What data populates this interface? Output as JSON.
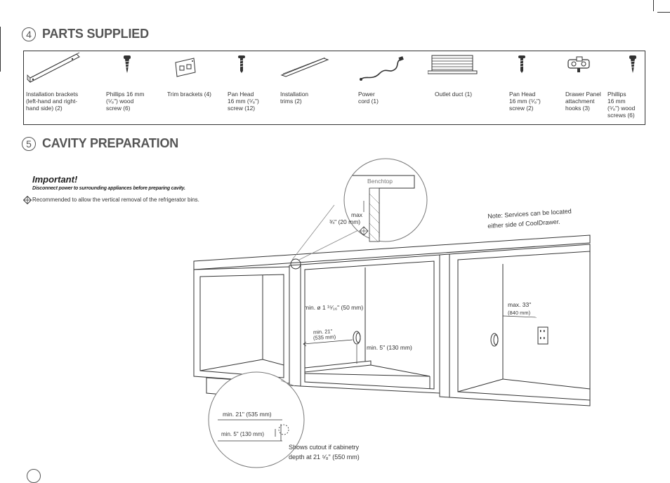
{
  "sections": {
    "parts": {
      "number": "4",
      "title": "PARTS SUPPLIED"
    },
    "cavity": {
      "number": "5",
      "title": "CAVITY PREPARATION"
    }
  },
  "parts": [
    {
      "icon": "installation-bracket-icon",
      "label": "Installation brackets\n(left-hand and right-\nhand side) (2)"
    },
    {
      "icon": "wood-screw-icon",
      "label": "Phillips 16 mm\n(⁵⁄₈\") wood\nscrew (6)"
    },
    {
      "icon": "trim-bracket-icon",
      "label": "Trim brackets (4)"
    },
    {
      "icon": "pan-head-screw-icon",
      "label": "Pan Head\n16 mm (⁵⁄₈\")\nscrew (12)"
    },
    {
      "icon": "installation-trim-icon",
      "label": "Installation\ntrims (2)"
    },
    {
      "icon": "power-cord-icon",
      "label": "Power\ncord (1)"
    },
    {
      "icon": "outlet-duct-icon",
      "label": "Outlet duct (1)"
    },
    {
      "icon": "pan-head-screw-icon",
      "label": "Pan Head\n16 mm (⁵⁄₈\")\nscrew (2)"
    },
    {
      "icon": "hinge-hook-icon",
      "label": "Drawer Panel\nattachment\nhooks (3)"
    },
    {
      "icon": "wood-screw-icon",
      "label": "Phillips\n16 mm\n(⁵⁄₈\") wood\nscrews (6)"
    }
  ],
  "important": {
    "title": "Important!",
    "warning": "Disconnect power to surrounding appliances before preparing cavity.",
    "note": "Recommended to allow the vertical removal of the refrigerator bins."
  },
  "callouts": {
    "benchtop": "Benchtop",
    "max_label": "max",
    "max_value": "¾\" (20 mm)",
    "services_note_1": "Note: Services can be located",
    "services_note_2": "either side of CoolDrawer.",
    "hole_diameter": "min. ø 1 ¹⁵⁄₁₆\" (50 mm)",
    "min_21_small": "min. 21\"",
    "min_21_small_mm": "(535 mm)",
    "min_5": "min. 5\" (130 mm)",
    "max_33": "max. 33\"",
    "max_33_mm": "(840 mm)",
    "detail_min_21": "min. 21\" (535 mm)",
    "detail_min_5": "min.  5\" (130 mm)",
    "cutout_note_1": "Shows cutout if cabinetry",
    "cutout_note_2": "depth at 21 ⁵⁄₈\" (550 mm)"
  },
  "colors": {
    "line": "#333333",
    "heading": "#555555"
  }
}
